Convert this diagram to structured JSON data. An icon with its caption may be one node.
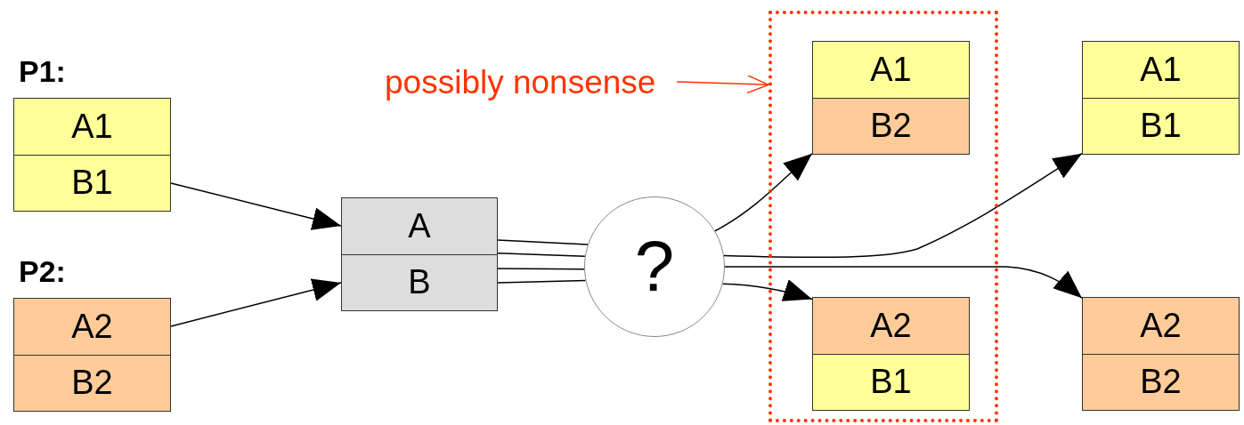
{
  "diagram": {
    "nodes": [
      {
        "text": [
          "P1:",
          "A1",
          "B1"
        ]
      },
      {
        "text": [
          "P2:",
          "A2",
          "B2"
        ]
      },
      {
        "text": [
          "A",
          "B"
        ]
      },
      {
        "text": [
          "?"
        ]
      },
      {
        "text": [],
        "shape": "box"
      },
      {
        "text": [
          "possibly nonsense"
        ]
      },
      {
        "text": [
          "A1",
          "B2"
        ],
        "in": 4
      },
      {
        "text": [
          "A2",
          "B1"
        ],
        "in": 4
      },
      {
        "text": [
          "A1",
          "B1"
        ]
      },
      {
        "text": [
          "A2",
          "B2"
        ]
      }
    ],
    "edges": [
      {
        "from": 0,
        "to": 2,
        "arrow": "to"
      },
      {
        "from": 1,
        "to": 2,
        "arrow": "to"
      },
      {
        "from": 2,
        "to": 3,
        "arrow": "none"
      },
      {
        "from": 2,
        "to": 3,
        "arrow": "none"
      },
      {
        "from": 2,
        "to": 3,
        "arrow": "none"
      },
      {
        "from": 2,
        "to": 3,
        "arrow": "none"
      },
      {
        "from": 3,
        "to": 6,
        "arrow": "to"
      },
      {
        "from": 3,
        "to": 8,
        "arrow": "to"
      },
      {
        "from": 3,
        "to": 9,
        "arrow": "to"
      },
      {
        "from": 3,
        "to": 7,
        "arrow": "to"
      },
      {
        "from": 5,
        "to": 4,
        "arrow": "to",
        "color": "#ff3300"
      }
    ]
  }
}
